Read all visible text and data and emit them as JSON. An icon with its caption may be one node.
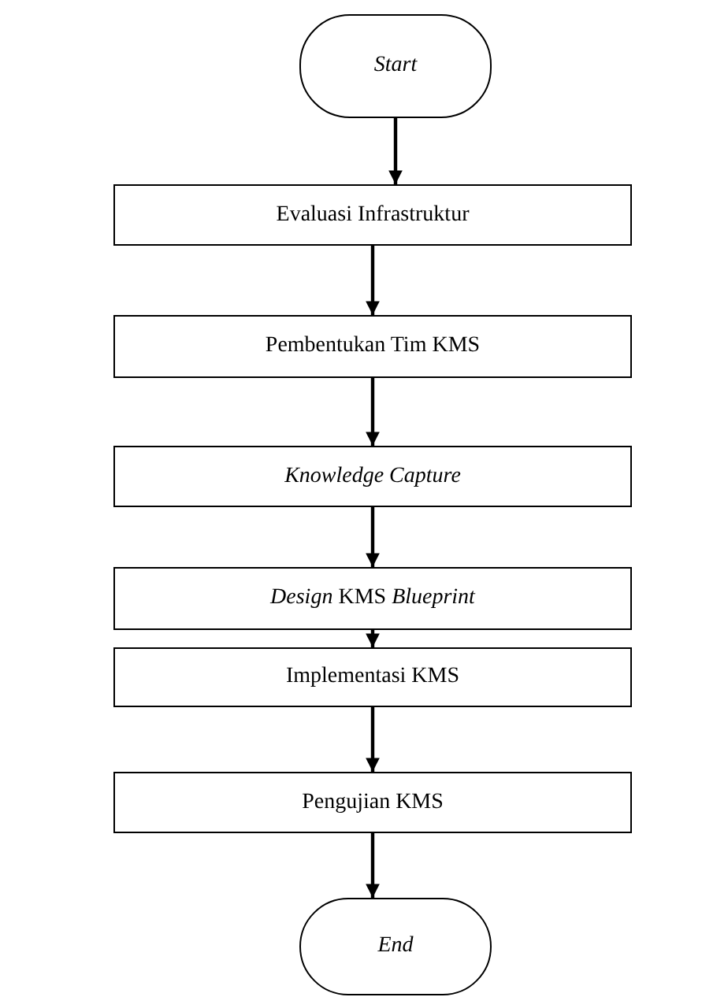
{
  "diagram": {
    "nodes": [
      {
        "text": [
          "Start"
        ]
      },
      {
        "text": [
          "Evaluasi Infrastruktur"
        ]
      },
      {
        "text": [
          "Pembentukan Tim KMS"
        ]
      },
      {
        "text": [
          "Knowledge Capture"
        ]
      },
      {
        "text": [
          "*Design* KMS *Blueprint*"
        ]
      },
      {
        "text": [
          "Implementasi KMS"
        ]
      },
      {
        "text": [
          "Pengujian KMS"
        ]
      },
      {
        "text": [
          "End"
        ]
      }
    ],
    "edges": [
      {
        "from": 0,
        "to": 1,
        "arrow": "to"
      },
      {
        "from": 1,
        "to": 2,
        "arrow": "to"
      },
      {
        "from": 2,
        "to": 3,
        "arrow": "to"
      },
      {
        "from": 3,
        "to": 4,
        "arrow": "to"
      },
      {
        "from": 4,
        "to": 5,
        "arrow": "to"
      },
      {
        "from": 5,
        "to": 6,
        "arrow": "to"
      },
      {
        "from": 6,
        "to": 7,
        "arrow": "to"
      }
    ]
  }
}
